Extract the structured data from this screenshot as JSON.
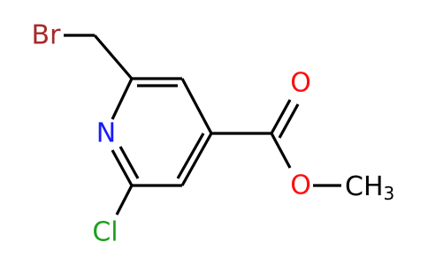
{
  "atoms": {
    "bromine": "Br",
    "nitrogen": "N",
    "chlorine": "Cl",
    "ester_oxygen_carbonyl": "O",
    "ester_oxygen_ether": "O",
    "methyl_main": "CH",
    "methyl_subscript": "3"
  },
  "colors": {
    "bromine": "#a52a2a",
    "nitrogen": "#1a1aff",
    "chlorine": "#1fa01f",
    "oxygen": "#ff0d0d",
    "carbon": "#000000",
    "bond": "#000000"
  }
}
